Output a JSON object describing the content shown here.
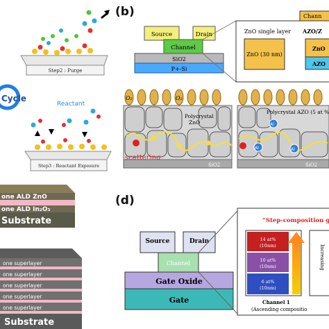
{
  "panel_labels": {
    "b": "(b)",
    "d": "(d)"
  },
  "panel_a": {
    "step2": "Step2 : Purge",
    "step3": "Step3 : Reactant Exposure",
    "reactant": "Reactant",
    "cycle": "Cycle"
  },
  "panel_b": {
    "device": {
      "source": "Source",
      "drain": "Drain",
      "channel": "Channel",
      "oxide": "SiO2",
      "substrate": "P+-Si"
    },
    "callout": {
      "tab": "Chann",
      "col1_title": "ZnO single layer",
      "col1_box": "ZnO (30 nm)",
      "col2_title": "AZO/Z",
      "col2_box1": "ZnO",
      "col2_box2": "AZO"
    },
    "left_grain": {
      "label_line1": "Polycrystal",
      "label_line2": "ZnO",
      "scattering": "scattering",
      "base": "SiO2",
      "o2": "O2"
    },
    "right_grain": {
      "label": "Polycrystal AZO (5 at %",
      "base": "SiO2",
      "al": "Al"
    }
  },
  "panel_c": {
    "top_stack": [
      "one ALD ZnO",
      "one ALD In₂O₃",
      "Substrate"
    ],
    "bottom_stack": [
      "one superlayer",
      "one superlayer",
      "one superlayer",
      "one superlayer",
      "one superlayer",
      "Substrate"
    ]
  },
  "panel_d": {
    "device": {
      "source": "Source",
      "drain": "Drain",
      "channel": "Channel",
      "oxide": "Gate Oxide",
      "gate": "Gate"
    },
    "callout": {
      "title": "“Step-composition g",
      "layers": [
        {
          "pct": "14 at%",
          "thk": "(10nm)"
        },
        {
          "pct": "10 at%",
          "thk": "(10nm)"
        },
        {
          "pct": "6 at%",
          "thk": "(10nm)"
        }
      ],
      "arrow_label": "Increasing",
      "foot1": "Channel 1",
      "foot2": "(Ascending compositio"
    }
  },
  "colors": {
    "source_drain": "#f3ef7c",
    "channel_green": "#5fc94a",
    "oxide_gray": "#b9b9b9",
    "substrate_blue": "#4aa8ff",
    "zno_box": "#f4c14a",
    "azo_box": "#4fc6e8",
    "gate_teal": "#3cb9b6",
    "gate_oxide_violet": "#b7a7e0",
    "accent_red": "#e02020",
    "grain_gray": "#cfcfcf"
  }
}
